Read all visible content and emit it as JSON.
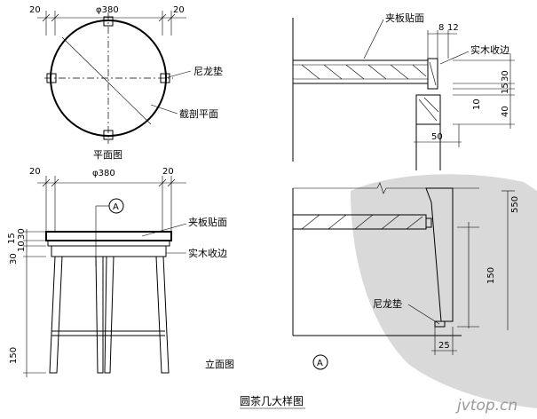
{
  "plan": {
    "dim_left": "20",
    "dim_diameter": "φ380",
    "dim_right": "20",
    "label_nylon_pad": "尼龙垫",
    "label_cut_plane": "截剖平面",
    "caption": "平面图"
  },
  "elevation": {
    "dim_left": "20",
    "dim_diameter": "φ380",
    "dim_right": "20",
    "detail_marker": "A",
    "label_plywood": "夹板贴面",
    "label_solid_edge": "实木收边",
    "dims_left": [
      "15",
      "30",
      "10",
      "30",
      "150"
    ],
    "caption": "立面图"
  },
  "detail": {
    "label_plywood": "夹板贴面",
    "label_solid_edge": "实木收边",
    "dim_top_a": "8",
    "dim_top_b": "12",
    "dims_right": [
      "30",
      "15",
      "10",
      "40"
    ],
    "dim_50": "50",
    "dim_550": "550",
    "dim_150": "150",
    "label_nylon_pad": "尼龙垫",
    "dim_25": "25",
    "marker": "A"
  },
  "title": "圆茶几大样图",
  "watermark": "jvtop.cn"
}
